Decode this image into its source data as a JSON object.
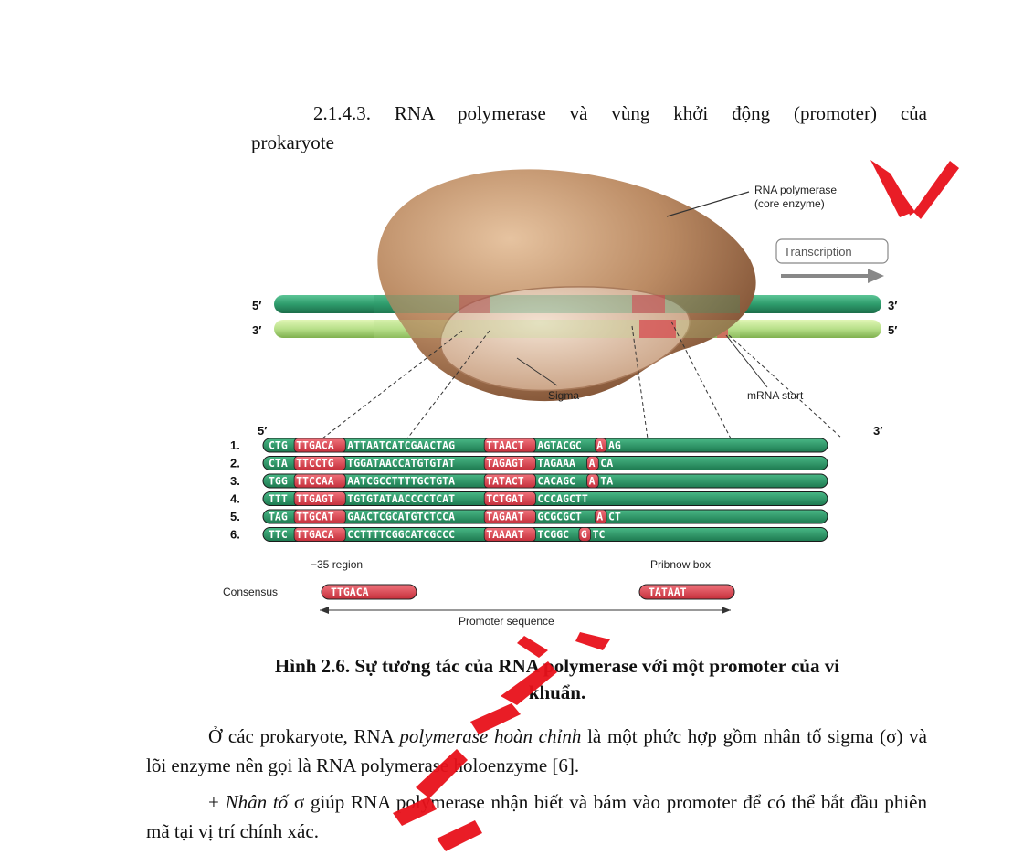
{
  "heading": {
    "line1": "2.1.4.3. RNA polymerase và vùng khởi động (promoter) của",
    "line2": "prokaryote"
  },
  "figure": {
    "rna_polymerase_label_1": "RNA polymerase",
    "rna_polymerase_label_2": "(core enzyme)",
    "transcription_label": "Transcription",
    "strand_top_left": "5′",
    "strand_top_right": "3′",
    "strand_bottom_left": "3′",
    "strand_bottom_right": "5′",
    "sigma_label": "Sigma",
    "mrna_start_label": "mRNA start",
    "seq_left_prime": "5′",
    "seq_right_prime": "3′",
    "sequences": [
      {
        "num": "1.",
        "a": "CTG",
        "b": "TTGACA",
        "c": "ATTAATCATCGAACTAG",
        "d": "TTAACT",
        "e": "AGTACGC",
        "f": "A",
        "g": "AG"
      },
      {
        "num": "2.",
        "a": "CTA",
        "b": "TTCCTG",
        "c": "TGGATAACCATGTGTAT",
        "d": "TAGAGT",
        "e": "TAGAAA",
        "f": "A",
        "g": "CA"
      },
      {
        "num": "3.",
        "a": "TGG",
        "b": "TTCCAA",
        "c": "AATCGCCTTTTGCTGTA",
        "d": "TATACT",
        "e": "CACAGC",
        "f": "A",
        "g": "TA"
      },
      {
        "num": "4.",
        "a": "TTT",
        "b": "TTGAGT",
        "c": "TGTGTATAACCCCTCAT",
        "d": "TCTGAT",
        "e": "CCCAGCTT",
        "f": "",
        "g": ""
      },
      {
        "num": "5.",
        "a": "TAG",
        "b": "TTGCAT",
        "c": "GAACTCGCATGTCTCCA",
        "d": "TAGAAT",
        "e": "GCGCGCT",
        "f": "A",
        "g": "CT"
      },
      {
        "num": "6.",
        "a": "TTC",
        "b": "TTGACA",
        "c": "CCTTTTCGGCATCGCCC",
        "d": "TAAAAT",
        "e": "TCGGC",
        "f": "G",
        "g": "TC"
      }
    ],
    "region_35_label": "−35 region",
    "pribnow_label": "Pribnow box",
    "consensus_label": "Consensus",
    "consensus_35": "TTGACA",
    "consensus_10": "TATAAT",
    "promoter_label": "Promoter sequence"
  },
  "caption": {
    "line1": "Hình 2.6. Sự tương tác của RNA polymerase với một promoter của vi",
    "line2": "khuẩn."
  },
  "paragraph1": {
    "pre": "Ở các prokaryote, RNA ",
    "italic": "polymerase hoàn chỉnh",
    "post": " là một phức hợp gồm nhân tố sigma (σ) và lõi enzyme nên gọi là RNA polymerase holoenzyme [6]."
  },
  "paragraph2": {
    "pre": "+ ",
    "italic": "Nhân tố",
    "post": " σ giúp RNA polymerase nhận biết và bám vào promoter để có thể bắt đầu phiên mã tại vị trí chính xác."
  },
  "colors": {
    "green": "#2e9c6c",
    "light_green": "#b8e08a",
    "red": "#d8404c",
    "enzyme": "#b88864",
    "watermark": "#e8111b"
  }
}
